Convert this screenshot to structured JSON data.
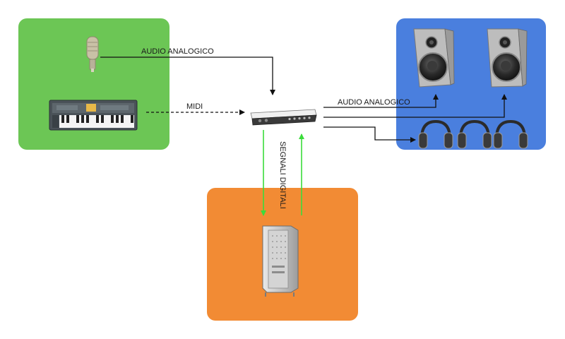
{
  "colors": {
    "sources_panel": "#6cc655",
    "monitoring_panel": "#4a7fde",
    "computer_panel": "#f28b34",
    "analog_arrow": "#111111",
    "digital_arrow": "#3bdc3b"
  },
  "icons": {
    "microphone": "condenser-microphone-icon",
    "keyboard": "synthesizer-keyboard-icon",
    "interface": "audio-interface-icon",
    "speakers": "studio-monitor-icon",
    "headphones": "headphones-icon",
    "computer": "tower-computer-icon"
  },
  "labels": {
    "mic_to_interface": "AUDIO ANALOGICO",
    "keyboard_to_interface": "MIDI",
    "interface_to_outputs": "AUDIO ANALOGICO",
    "digital_link": "SEGNALI DIGITALI"
  }
}
